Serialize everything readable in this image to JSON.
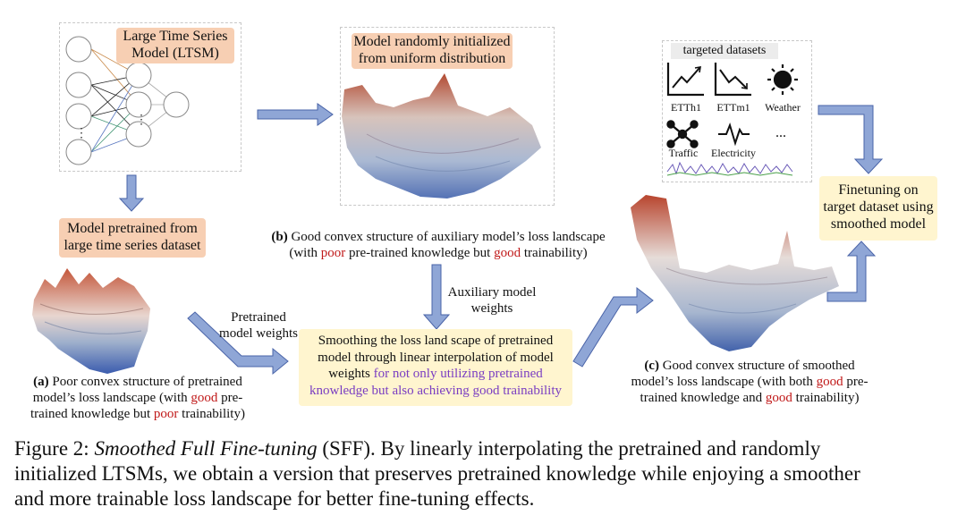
{
  "ltsm_label": [
    "Large Time Series",
    "Model (LTSM)"
  ],
  "pretrained_box": [
    "Model pretrained from",
    "large time series dataset"
  ],
  "random_box": [
    "Model randomly initialized",
    "from uniform distribution"
  ],
  "targeted_datasets": {
    "title": "targeted datasets",
    "items": [
      "ETTh1",
      "ETTm1",
      "Weather",
      "Traffic",
      "Electricity",
      "..."
    ]
  },
  "finetune_box": [
    "Finetuning on",
    "target dataset using",
    "smoothed model"
  ],
  "smoothing_box": {
    "line1": "Smoothing the loss land scape of pretrained",
    "line2": "model through linear interpolation of model",
    "line3_plain": "weights ",
    "line3_purple": "for not only utilizing pretrained",
    "line4_purple": "knowledge but also achieving good trainability"
  },
  "arrow_labels": {
    "pretrained_weights": [
      "Pretrained",
      "model weights"
    ],
    "auxiliary_weights": [
      "Auxiliary model",
      "weights"
    ]
  },
  "caption_a": {
    "tag": "(a)",
    "l1": " Poor convex structure of  pretrained",
    "l2a": "model’s loss landscape (with ",
    "l2good": "good",
    "l2b": "  pre-",
    "l3a": "trained knowledge but ",
    "l3poor": "poor",
    "l3b": " trainability)"
  },
  "caption_b": {
    "tag": "(b)",
    "l1": " Good convex structure of auxiliary model’s loss landscape",
    "l2a": "(with ",
    "l2poor": "poor",
    "l2b": " pre-trained knowledge but ",
    "l2good": "good",
    "l2c": " trainability)"
  },
  "caption_c": {
    "tag": "(c)",
    "l1": " Good convex structure of smoothed",
    "l2a": "model’s loss landscape (with both ",
    "l2good": "good",
    "l2b": "  pre-",
    "l3a": "trained knowledge and ",
    "l3good": "good",
    "l3b": " trainability)"
  },
  "figure_caption": {
    "prefix": "Figure 2: ",
    "italic": "Smoothed Full Fine-tuning",
    "rest1": " (SFF). By linearly interpolating the pretrained and randomly",
    "line2": "initialized LTSMs, we obtain a version that preserves pretrained knowledge while enjoying a smoother",
    "line3": "and more trainable loss landscape for better fine-tuning effects."
  },
  "colors": {
    "arrow": "#8fa6d6",
    "arrow_stroke": "#4a64a8",
    "peach": "#f7cfb3",
    "cream": "#fff5cf",
    "red": "#c01818",
    "purple": "#7a3ec2"
  }
}
